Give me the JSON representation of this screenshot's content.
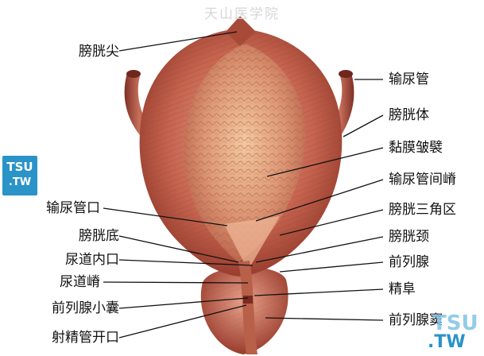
{
  "watermark": "天山医学院",
  "badge_left": {
    "line1": "TSU",
    "line2": ".TW"
  },
  "badge_right": {
    "line1": "TSU",
    "line2": ".TW"
  },
  "labels_left": [
    "膀胱尖",
    "输尿管口",
    "膀胱底",
    "尿道内口",
    "尿道嵴",
    "前列腺小囊",
    "射精管开口"
  ],
  "labels_right": [
    "输尿管",
    "膀胱体",
    "黏膜皱襞",
    "输尿管间嵴",
    "膀胱三角区",
    "膀胱颈",
    "前列腺",
    "精阜",
    "前列腺窦"
  ],
  "colors": {
    "muscle": "#c2614f",
    "muscle_dark": "#8e3527",
    "muscle_light": "#e59a80",
    "mucosa": "#d99373",
    "mucosa_light": "#f0c49c",
    "ureter": "#a9473a"
  }
}
